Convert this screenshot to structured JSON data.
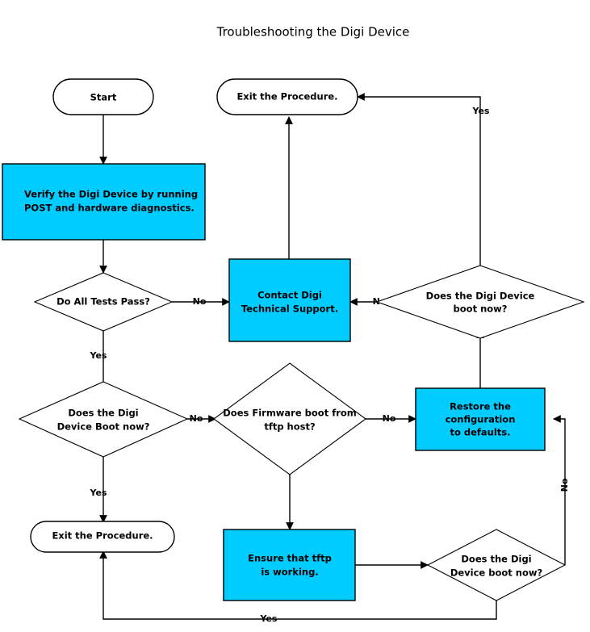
{
  "title": "Troubleshooting the Digi Device",
  "colors": {
    "process_fill": "#00CCFF",
    "shape_stroke": "#000000",
    "terminator_fill": "#FFFFFF",
    "decision_fill": "#FFFFFF",
    "background": "#FFFFFF",
    "text": "#000000"
  },
  "chart_data": {
    "type": "diagram",
    "diagram_type": "flowchart",
    "title": "Troubleshooting the Digi Device",
    "nodes": [
      {
        "id": "start",
        "shape": "terminator",
        "lines": [
          "Start"
        ]
      },
      {
        "id": "exit_top",
        "shape": "terminator",
        "lines": [
          "Exit the Procedure."
        ]
      },
      {
        "id": "verify",
        "shape": "process",
        "lines": [
          "Verify the Digi Device by running",
          "POST and hardware diagnostics."
        ]
      },
      {
        "id": "tests_pass",
        "shape": "decision",
        "lines": [
          "Do All Tests Pass?"
        ]
      },
      {
        "id": "contact",
        "shape": "process",
        "lines": [
          "Contact Digi",
          "Technical Support."
        ]
      },
      {
        "id": "boot_now_tr",
        "shape": "decision",
        "lines": [
          "Does the Digi Device",
          "boot now?"
        ]
      },
      {
        "id": "boot_now_ml",
        "shape": "decision",
        "lines": [
          "Does the Digi",
          "Device Boot now?"
        ]
      },
      {
        "id": "firmware",
        "shape": "decision",
        "lines": [
          "Does Firmware boot from",
          "tftp host?"
        ]
      },
      {
        "id": "restore",
        "shape": "process",
        "lines": [
          "Restore the",
          "configuration",
          "to defaults."
        ]
      },
      {
        "id": "exit_bottom",
        "shape": "terminator",
        "lines": [
          "Exit the Procedure."
        ]
      },
      {
        "id": "ensure_tftp",
        "shape": "process",
        "lines": [
          "Ensure that tftp",
          "is working."
        ]
      },
      {
        "id": "boot_now_br",
        "shape": "decision",
        "lines": [
          "Does the Digi",
          "Device  boot now?"
        ]
      }
    ],
    "edges": [
      {
        "from": "start",
        "to": "verify",
        "label": ""
      },
      {
        "from": "verify",
        "to": "tests_pass",
        "label": ""
      },
      {
        "from": "tests_pass",
        "to": "contact",
        "label": "No"
      },
      {
        "from": "tests_pass",
        "to": "boot_now_ml",
        "label": "Yes"
      },
      {
        "from": "contact",
        "to": "exit_top",
        "label": ""
      },
      {
        "from": "boot_now_tr",
        "to": "contact",
        "label": "No"
      },
      {
        "from": "boot_now_tr",
        "to": "exit_top",
        "label": "Yes"
      },
      {
        "from": "boot_now_ml",
        "to": "firmware",
        "label": "No"
      },
      {
        "from": "boot_now_ml",
        "to": "exit_bottom",
        "label": "Yes"
      },
      {
        "from": "firmware",
        "to": "restore",
        "label": "No"
      },
      {
        "from": "firmware",
        "to": "ensure_tftp",
        "label": ""
      },
      {
        "from": "restore",
        "to": "boot_now_tr",
        "label": ""
      },
      {
        "from": "ensure_tftp",
        "to": "boot_now_br",
        "label": ""
      },
      {
        "from": "boot_now_br",
        "to": "restore",
        "label": "No"
      },
      {
        "from": "boot_now_br",
        "to": "exit_bottom",
        "label": "Yes"
      }
    ],
    "edge_labels": [
      "No",
      "Yes",
      "No",
      "No",
      "No",
      "Yes",
      "Yes",
      "Yes",
      "No"
    ]
  },
  "nodes": {
    "start": {
      "line1": "Start"
    },
    "exit_top": {
      "line1": "Exit the Procedure."
    },
    "verify": {
      "line1": "Verify the Digi Device by running",
      "line2": "POST and hardware diagnostics."
    },
    "tests_pass": {
      "line1": "Do All Tests Pass?"
    },
    "contact": {
      "line1": "Contact Digi",
      "line2": "Technical Support."
    },
    "boot_now_tr": {
      "line1": "Does the Digi Device",
      "line2": "boot now?"
    },
    "boot_now_ml": {
      "line1": "Does the Digi",
      "line2": "Device Boot now?"
    },
    "firmware": {
      "line1": "Does Firmware boot from",
      "line2": "tftp host?"
    },
    "restore": {
      "line1": "Restore the",
      "line2": "configuration",
      "line3": "to defaults."
    },
    "exit_bottom": {
      "line1": "Exit the Procedure."
    },
    "ensure_tftp": {
      "line1": "Ensure that tftp",
      "line2": "is working."
    },
    "boot_now_br": {
      "line1": "Does the Digi",
      "line2": "Device  boot now?"
    }
  },
  "labels": {
    "no_tests_pass": "No",
    "yes_tests_pass": "Yes",
    "no_boot_tr": "No",
    "yes_boot_tr": "Yes",
    "no_boot_ml": "No",
    "yes_boot_ml": "Yes",
    "no_firmware": "No",
    "no_boot_br": "No",
    "yes_boot_br": "Yes"
  }
}
